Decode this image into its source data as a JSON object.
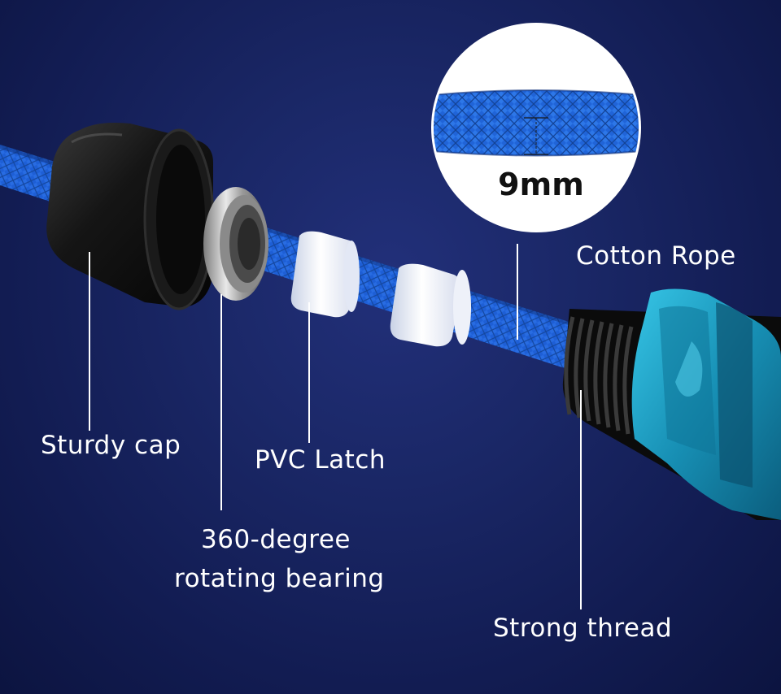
{
  "image": {
    "description_labels": {
      "zoom_measure": "9mm",
      "cotton_rope": "Cotton Rope",
      "sturdy_cap": "Sturdy cap",
      "pvc_latch": "PVC Latch",
      "bearing_line1": "360-degree",
      "bearing_line2": "rotating bearing",
      "strong_thread": "Strong thread"
    }
  },
  "colors": {
    "rope_blue": "#1e5fd6",
    "cap_black": "#111111",
    "handle_cyan": "#1fa6c9",
    "latch_white": "#f1f4fb"
  }
}
